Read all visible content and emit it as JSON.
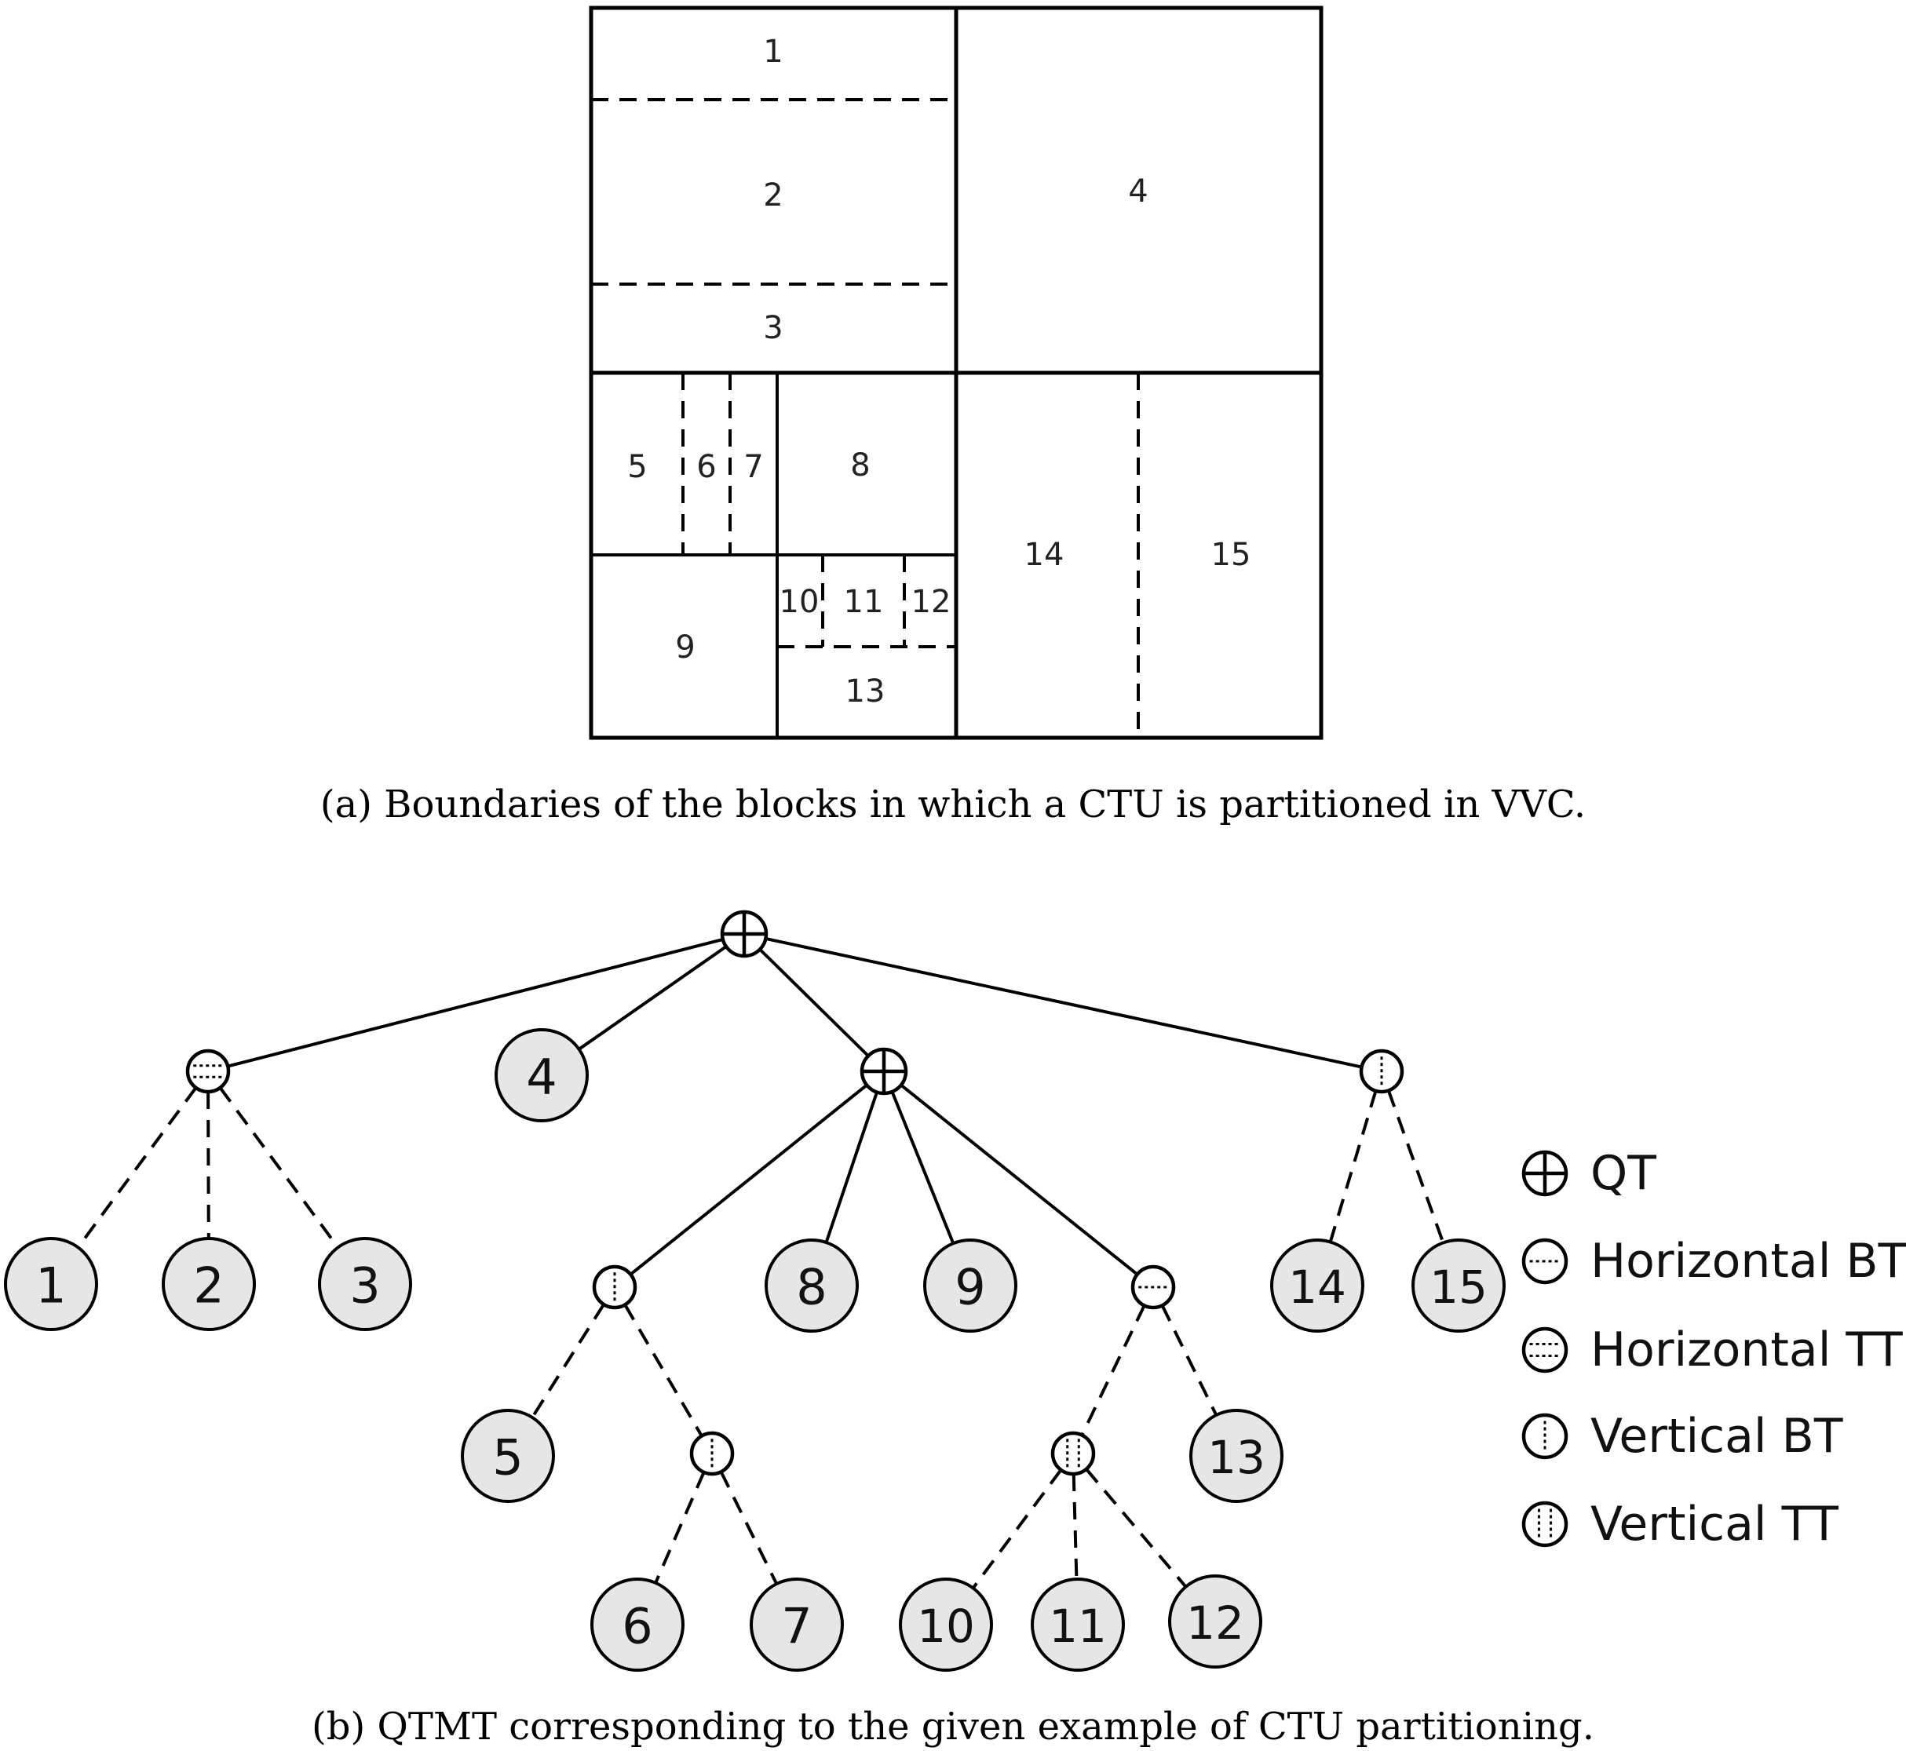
{
  "figure_a": {
    "caption": "(a) Boundaries of the blocks in which a CTU is partitioned in VVC.",
    "block_labels": [
      "1",
      "2",
      "3",
      "4",
      "5",
      "6",
      "7",
      "8",
      "9",
      "10",
      "11",
      "12",
      "13",
      "14",
      "15"
    ]
  },
  "figure_b": {
    "caption": "(b) QTMT corresponding to the given example of CTU partitioning.",
    "split_types": {
      "root": "QT",
      "top_left": "Horizontal TT",
      "bottom_left": "QT",
      "bottom_right": "Vertical BT",
      "sub_left": "Vertical BT",
      "sub_left_inner": "Vertical BT",
      "sub_right": "Horizontal BT",
      "sub_right_inner": "Vertical TT"
    },
    "leaves": [
      "1",
      "2",
      "3",
      "4",
      "5",
      "6",
      "7",
      "8",
      "9",
      "10",
      "11",
      "12",
      "13",
      "14",
      "15"
    ]
  },
  "legend": {
    "items": [
      {
        "type": "QT",
        "label": "QT"
      },
      {
        "type": "hbt",
        "label": "Horizontal BT"
      },
      {
        "type": "htt",
        "label": "Horizontal TT"
      },
      {
        "type": "vbt",
        "label": "Vertical BT"
      },
      {
        "type": "vtt",
        "label": "Vertical TT"
      }
    ]
  },
  "colors": {
    "line": "#000000",
    "leaf_fill": "#e6e6e6",
    "node_fill": "#ffffff"
  }
}
